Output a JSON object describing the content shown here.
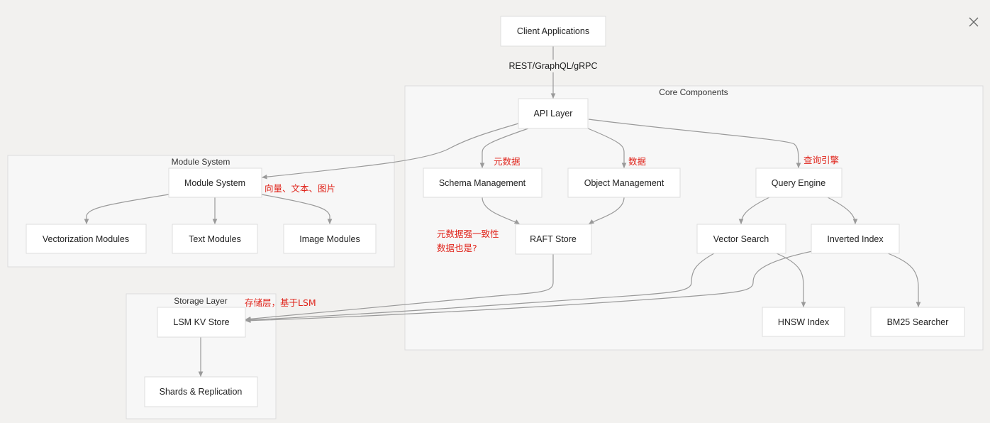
{
  "clusters": {
    "core": "Core Components",
    "module": "Module System",
    "storage": "Storage Layer"
  },
  "nodes": {
    "client": "Client Applications",
    "api": "API Layer",
    "module_system": "Module System",
    "vectorization": "Vectorization Modules",
    "text_modules": "Text Modules",
    "image_modules": "Image Modules",
    "schema": "Schema Management",
    "object": "Object Management",
    "query": "Query Engine",
    "raft": "RAFT Store",
    "vector_search": "Vector Search",
    "inverted_index": "Inverted Index",
    "hnsw": "HNSW Index",
    "bm25": "BM25 Searcher",
    "lsm": "LSM KV Store",
    "shards": "Shards & Replication"
  },
  "edge_labels": {
    "client_api": "REST/GraphQL/gRPC"
  },
  "annotations": {
    "metadata": "元数据",
    "data": "数据",
    "query_engine": "查询引擎",
    "module_types": "向量、文本、图片",
    "consistency_line1": "元数据强一致性",
    "consistency_line2": "数据也是?",
    "storage": "存储层，基于LSM"
  },
  "icons": {
    "close": "close-icon"
  },
  "colors": {
    "annotation": "#e0241b",
    "edge": "#9a9a9a",
    "background": "#f2f1ef"
  }
}
